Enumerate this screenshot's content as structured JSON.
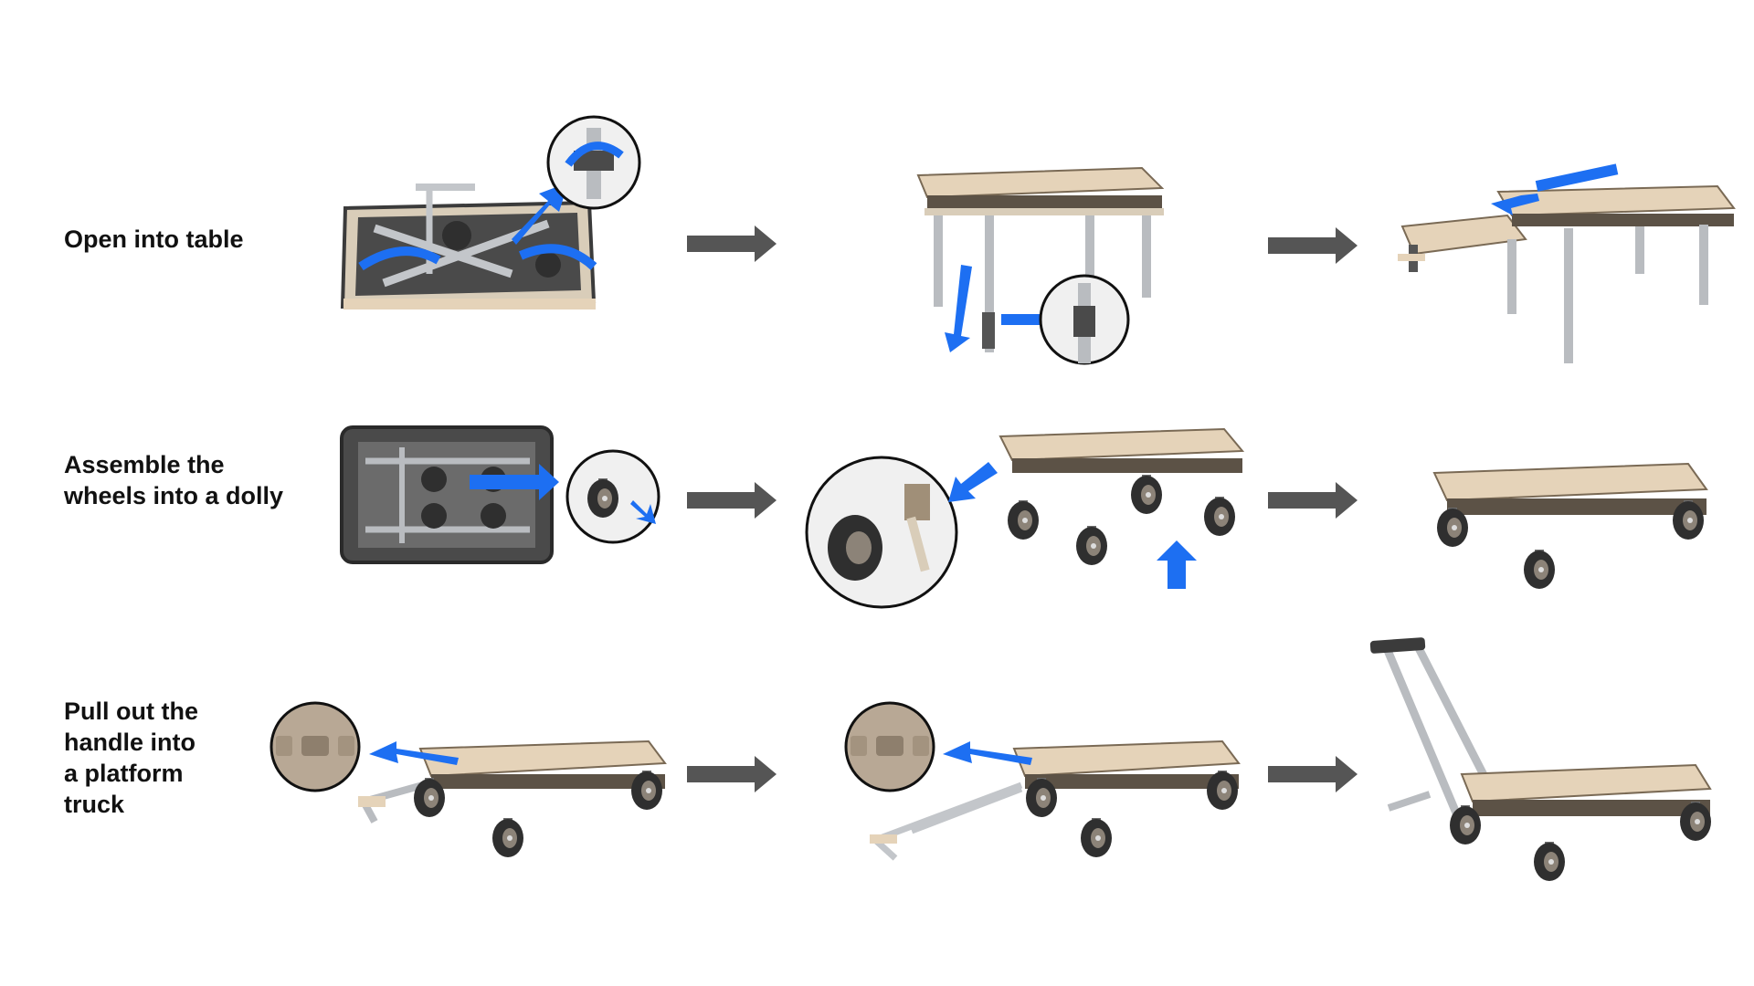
{
  "rows": [
    {
      "label": "Open into table"
    },
    {
      "label": "Assemble the\nwheels into a dolly"
    },
    {
      "label": "Pull out the\nhandle into\na platform\ntruck"
    }
  ],
  "colors": {
    "arrow_blue": "#1d6ff2",
    "step_arrow_gray": "#555555",
    "tabletop_beige": "#e5d3b9",
    "frame_dark": "#3b3b3b",
    "metal_gray": "#b9bcc0"
  }
}
